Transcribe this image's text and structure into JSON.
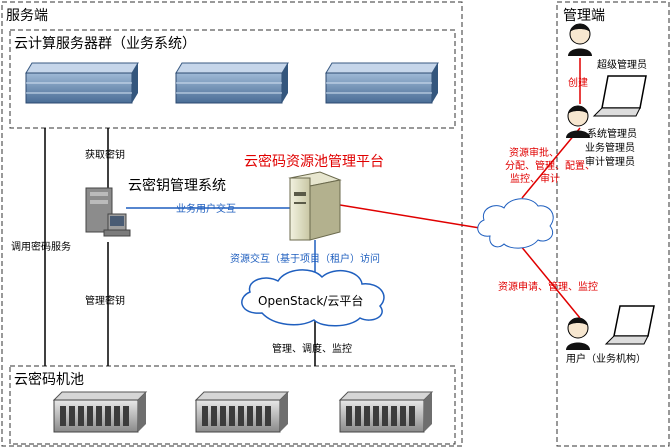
{
  "server_side": {
    "title": "服务端",
    "cluster_title": "云计算服务器群（业务系统）",
    "kms_title": "云密钥管理系统",
    "pool_title": "云密码机池"
  },
  "platform": {
    "title": "云密码资源池管理平台",
    "title_color": "#e00000"
  },
  "cloud": {
    "label": "OpenStack/云平台"
  },
  "links": {
    "get_key": "获取密钥",
    "call_service": "调用密码服务",
    "manage_key": "管理密钥",
    "biz_user_interact": "业务用户交互",
    "resource_interact": "资源交互（基于项目（租户）访问",
    "manage_schedule_monitor": "管理、调度、监控",
    "create": "创建",
    "admin_ops_lines": [
      "资源审批、",
      "分配、管理、配置、",
      "监控、审计"
    ],
    "user_ops": "资源申请、管理、监控"
  },
  "admin_side": {
    "title": "管理端",
    "super_admin": "超级管理员",
    "admins": [
      "系统管理员",
      "业务管理员",
      "审计管理员"
    ],
    "user": "用户（业务机构）"
  },
  "colors": {
    "red": "#e00000",
    "blue": "#1f5fbf",
    "black": "#000000"
  }
}
